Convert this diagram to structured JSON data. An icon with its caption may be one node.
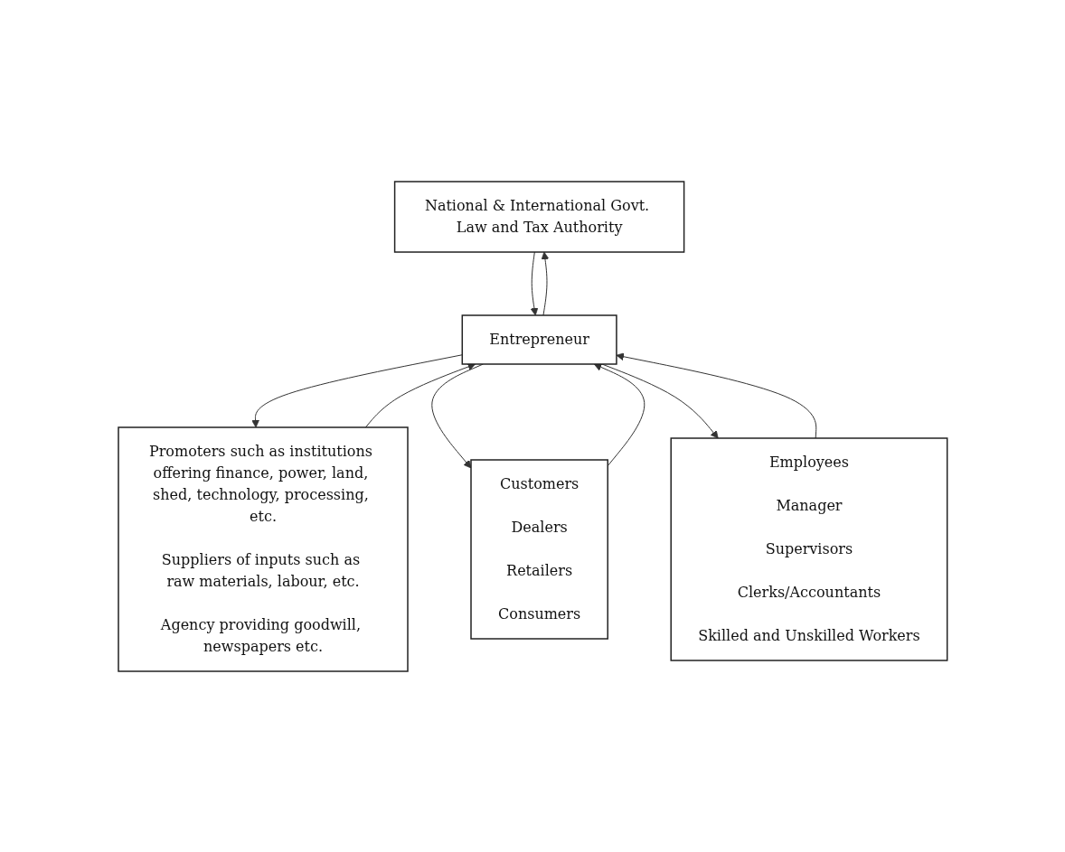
{
  "diagram": {
    "nodes": [
      {
        "text": [
          "National & International Govt. Law and Tax Authority"
        ]
      },
      {
        "text": [
          "Promoters such as institutions offering finance, power, land, shed, technology, processing, etc.",
          "Suppliers of inputs such as raw materials, labour, etc.",
          "Agency providing goodwill, newspapers etc."
        ]
      },
      {
        "text": [
          "Entrepreneur"
        ]
      },
      {
        "text": [
          "Customers",
          "Dealers",
          "Retailers",
          "Consumers"
        ]
      },
      {
        "text": [
          "Employees",
          "Manager",
          "Supervisors",
          "Clerks/Accountants",
          "Skilled and Unskilled Workers"
        ]
      }
    ],
    "edges": [
      {
        "from": 0,
        "to": 2,
        "arrow": "to"
      },
      {
        "from": 2,
        "to": 0,
        "arrow": "to"
      },
      {
        "from": 1,
        "to": 2,
        "arrow": "to"
      },
      {
        "from": 2,
        "to": 1,
        "arrow": "to"
      },
      {
        "from": 2,
        "to": 3,
        "arrow": "to"
      },
      {
        "from": 3,
        "to": 2,
        "arrow": "to"
      },
      {
        "from": 2,
        "to": 4,
        "arrow": "to"
      },
      {
        "from": 4,
        "to": 2,
        "arrow": "to"
      }
    ]
  }
}
